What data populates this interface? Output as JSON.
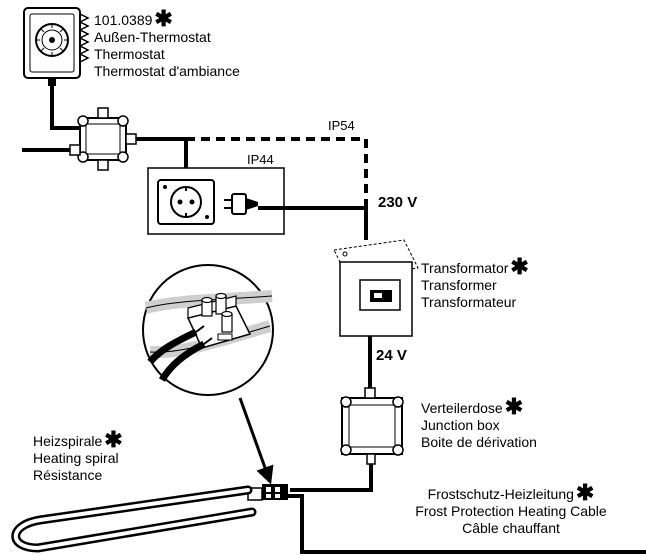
{
  "thermostat": {
    "code": "101.0389",
    "names": [
      "Außen-Thermostat",
      "Thermostat",
      "Thermostat d'ambiance"
    ]
  },
  "enclosure_ratings": {
    "outdoor": "IP54",
    "socket": "IP44"
  },
  "voltages": {
    "mains": "230 V",
    "low": "24 V"
  },
  "transformer": {
    "names": [
      "Transformator",
      "Transformer",
      "Transformateur"
    ]
  },
  "junction_box": {
    "names": [
      "Verteilerdose",
      "Junction box",
      "Boite de dérivation"
    ]
  },
  "heating_spiral": {
    "names": [
      "Heizspirale",
      "Heating spiral",
      "Résistance"
    ]
  },
  "frost_cable": {
    "names": [
      "Frostschutz-Heizleitung",
      "Frost Protection Heating Cable",
      "Câble chauffant"
    ]
  },
  "marker": "✱",
  "colors": {
    "line": "#000000",
    "background": "#ffffff",
    "device_fill": "#ffffff",
    "light_grey": "#d8d8d8"
  },
  "icons": [
    "thermostat-icon",
    "junction-box-icon",
    "socket-icon",
    "plug-icon",
    "transformer-icon",
    "connector-terminal-icon",
    "magnifier-circle-icon",
    "arrow-down-icon",
    "asterisk-icon"
  ]
}
